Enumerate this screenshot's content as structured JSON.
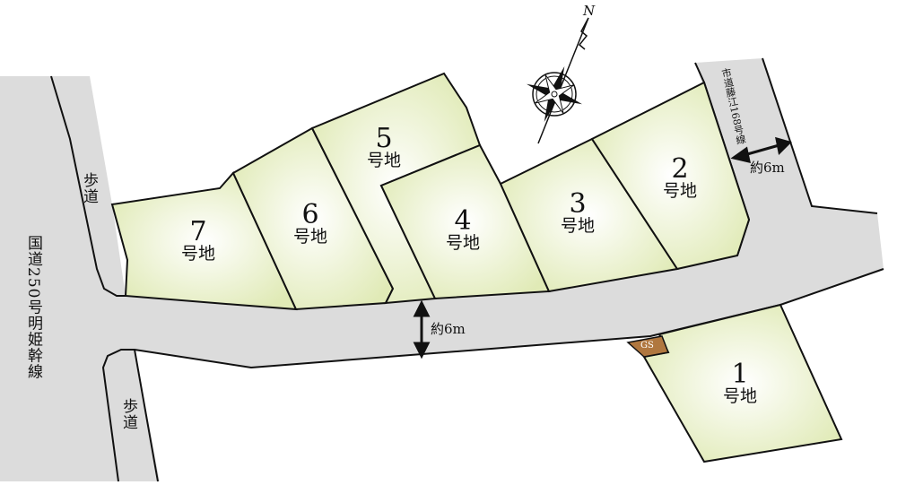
{
  "compass": {
    "north_label": "N"
  },
  "roads": {
    "national": "国道250号明姫幹線",
    "sidewalk_top": "歩道",
    "sidewalk_bottom": "歩道",
    "municipal": "市道藤江168号線",
    "main_width": "約6m",
    "municipal_width": "約6m"
  },
  "lots": [
    {
      "number": "1",
      "suffix": "号地"
    },
    {
      "number": "2",
      "suffix": "号地"
    },
    {
      "number": "3",
      "suffix": "号地"
    },
    {
      "number": "4",
      "suffix": "号地"
    },
    {
      "number": "5",
      "suffix": "号地"
    },
    {
      "number": "6",
      "suffix": "号地"
    },
    {
      "number": "7",
      "suffix": "号地"
    }
  ],
  "gs_label": "GS",
  "colors": {
    "road": "#dcdcdc",
    "lot": "#e3ecbd",
    "gs": "#b0773f"
  }
}
